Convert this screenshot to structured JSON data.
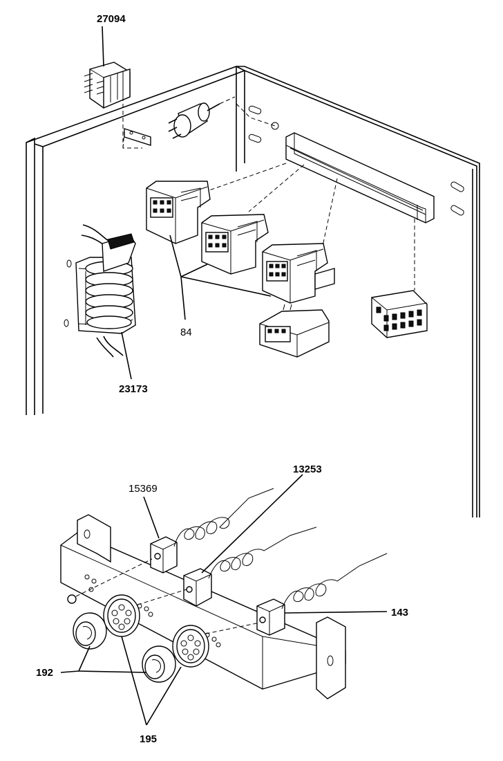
{
  "callouts": {
    "p27094": "27094",
    "p84": "84",
    "p23173": "23173",
    "p15369": "15369",
    "p13253": "13253",
    "p143": "143",
    "p192": "192",
    "p195": "195"
  }
}
